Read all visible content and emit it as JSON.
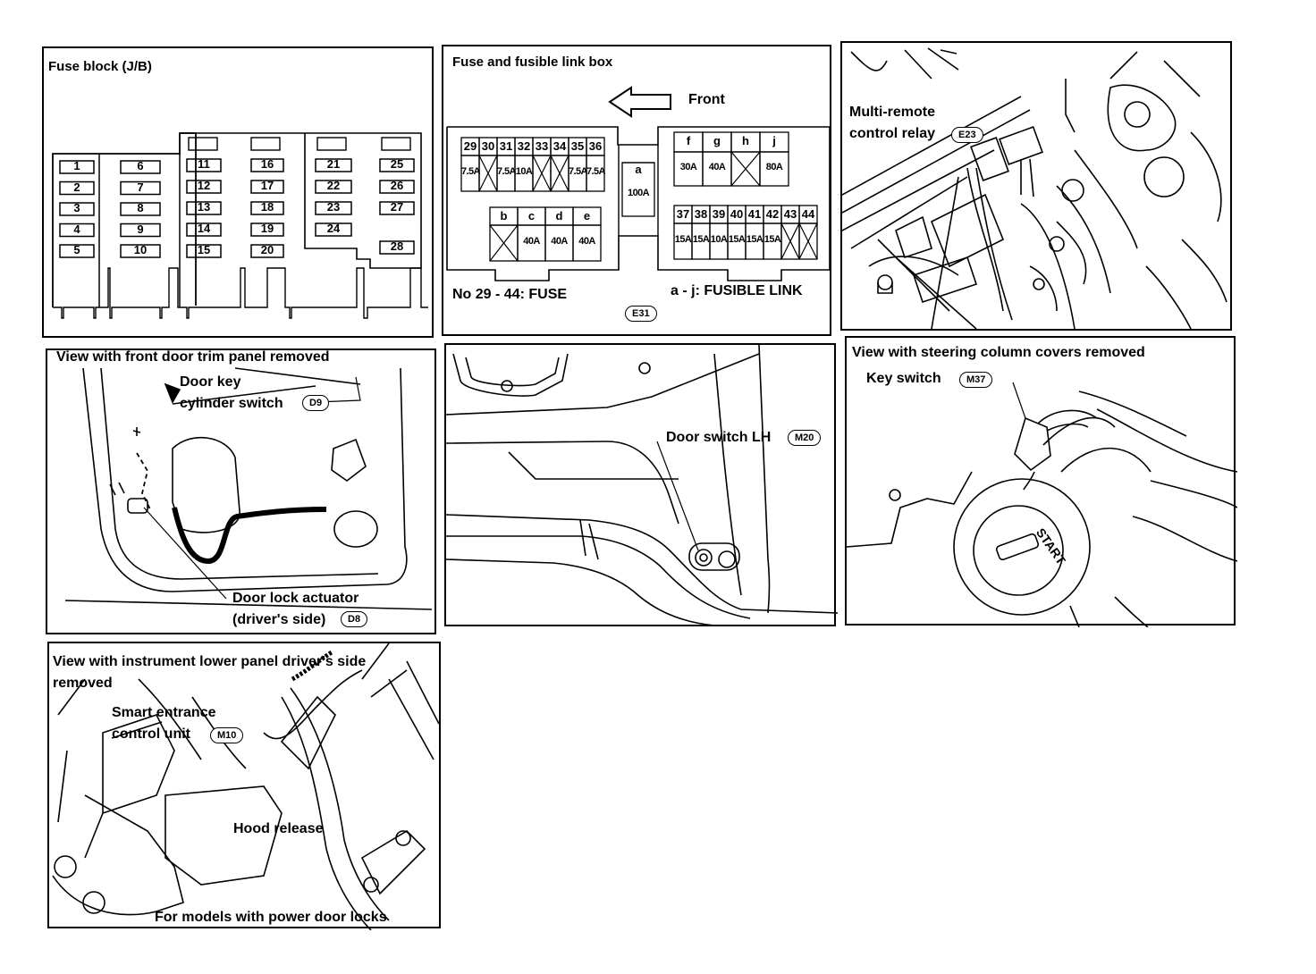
{
  "fuse_block": {
    "title": "Fuse block (J/B)",
    "fuses": [
      "1",
      "2",
      "3",
      "4",
      "5",
      "6",
      "7",
      "8",
      "9",
      "10",
      "11",
      "12",
      "13",
      "14",
      "15",
      "16",
      "17",
      "18",
      "19",
      "20",
      "21",
      "22",
      "23",
      "24",
      "25",
      "26",
      "27",
      "28"
    ]
  },
  "fuse_box": {
    "title": "Fuse and fusible link box",
    "front_label": "Front",
    "fuse_top": [
      {
        "n": "29",
        "a": "7.5A"
      },
      {
        "n": "30",
        "a": ""
      },
      {
        "n": "31",
        "a": "7.5A"
      },
      {
        "n": "32",
        "a": "10A"
      },
      {
        "n": "33",
        "a": ""
      },
      {
        "n": "34",
        "a": ""
      },
      {
        "n": "35",
        "a": "7.5A"
      },
      {
        "n": "36",
        "a": "7.5A"
      }
    ],
    "link_a": {
      "n": "a",
      "a": "100A"
    },
    "link_fj": [
      {
        "n": "f",
        "a": "30A"
      },
      {
        "n": "g",
        "a": "40A"
      },
      {
        "n": "h",
        "a": ""
      },
      {
        "n": "j",
        "a": "80A"
      }
    ],
    "link_be": [
      {
        "n": "b",
        "a": ""
      },
      {
        "n": "c",
        "a": "40A"
      },
      {
        "n": "d",
        "a": "40A"
      },
      {
        "n": "e",
        "a": "40A"
      }
    ],
    "fuse_bottom": [
      {
        "n": "37",
        "a": "15A"
      },
      {
        "n": "38",
        "a": "15A"
      },
      {
        "n": "39",
        "a": "10A"
      },
      {
        "n": "40",
        "a": "15A"
      },
      {
        "n": "41",
        "a": "15A"
      },
      {
        "n": "42",
        "a": "15A"
      },
      {
        "n": "43",
        "a": ""
      },
      {
        "n": "44",
        "a": ""
      }
    ],
    "legend_fuse": "No 29 - 44:  FUSE",
    "legend_link": "a - j:  FUSIBLE LINK",
    "connector": "E31"
  },
  "relay_panel": {
    "label_line1": "Multi-remote",
    "label_line2": "control relay",
    "connector": "E23"
  },
  "door_trim_panel": {
    "title": "View with front door trim panel removed",
    "key_switch_line1": "Door key",
    "key_switch_line2": "cylinder switch",
    "key_switch_connector": "D9",
    "actuator_line1": "Door lock actuator",
    "actuator_line2": "(driver's side)",
    "actuator_connector": "D8"
  },
  "door_switch_panel": {
    "label": "Door switch LH",
    "connector": "M20"
  },
  "steering_panel": {
    "title": "View with steering column covers removed",
    "label": "Key switch",
    "connector": "M37",
    "start_text": "START"
  },
  "instrument_panel": {
    "title_line1": "View with instrument lower panel driver's side",
    "title_line2": "removed",
    "unit_line1": "Smart entrance",
    "unit_line2": "control unit",
    "unit_connector": "M10",
    "hood_label": "Hood release",
    "footer": "For models with power door locks"
  }
}
